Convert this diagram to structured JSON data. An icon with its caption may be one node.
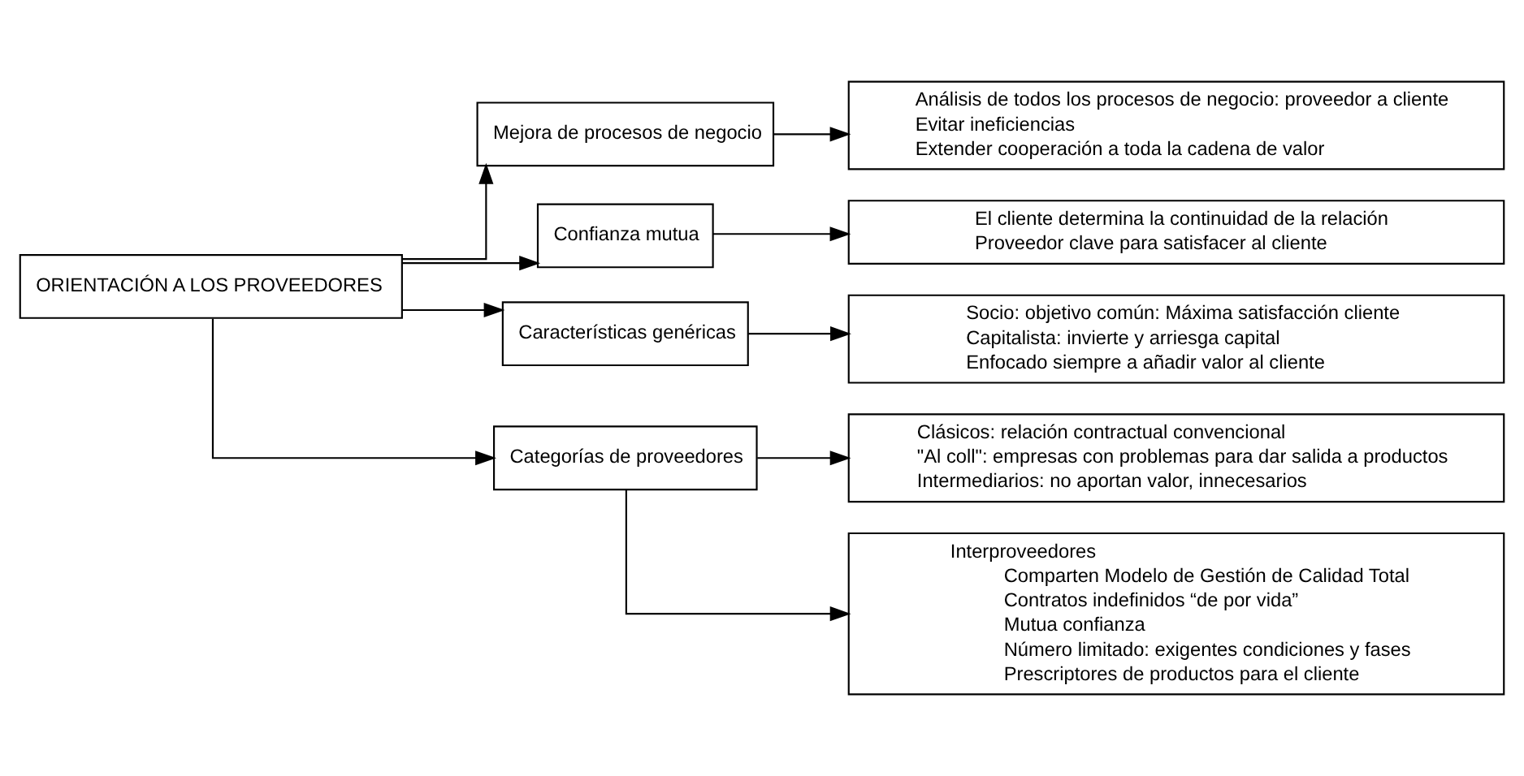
{
  "diagram": {
    "nodes": [
      {
        "text": [
          "ORIENTACIÓN A LOS PROVEEDORES"
        ]
      },
      {
        "text": [
          "Mejora de procesos de negocio"
        ]
      },
      {
        "text": [
          "Análisis de todos los procesos de negocio: proveedor a cliente",
          "Evitar ineficiencias",
          "Extender cooperación a toda la cadena de valor"
        ]
      },
      {
        "text": [
          "Confianza mutua"
        ]
      },
      {
        "text": [
          "El cliente determina la continuidad de la relación",
          "Proveedor clave para satisfacer al cliente"
        ]
      },
      {
        "text": [
          "Características genéricas"
        ]
      },
      {
        "text": [
          "Socio: objetivo común: Máxima satisfacción cliente",
          "Capitalista: invierte y arriesga capital",
          "Enfocado siempre a añadir valor al cliente"
        ]
      },
      {
        "text": [
          "Categorías de proveedores"
        ]
      },
      {
        "text": [
          "Clásicos: relación contractual convencional",
          "\"Al coll\": empresas con problemas para dar salida a productos",
          "Intermediarios: no aportan valor, innecesarios"
        ]
      },
      {
        "text": [
          "Interproveedores",
          "Comparten Modelo de Gestión de Calidad Total",
          "Contratos indefinidos “de por vida”",
          "Mutua confianza",
          "Número limitado: exigentes condiciones y fases",
          "Prescriptores de productos para el cliente"
        ]
      }
    ],
    "edges": [
      {
        "from": 0,
        "to": 1,
        "arrow": "to"
      },
      {
        "from": 0,
        "to": 3,
        "arrow": "to"
      },
      {
        "from": 0,
        "to": 5,
        "arrow": "to"
      },
      {
        "from": 0,
        "to": 7,
        "arrow": "to"
      },
      {
        "from": 1,
        "to": 2,
        "arrow": "to"
      },
      {
        "from": 3,
        "to": 4,
        "arrow": "to"
      },
      {
        "from": 5,
        "to": 6,
        "arrow": "to"
      },
      {
        "from": 7,
        "to": 8,
        "arrow": "to"
      },
      {
        "from": 7,
        "to": 9,
        "arrow": "to"
      }
    ]
  }
}
